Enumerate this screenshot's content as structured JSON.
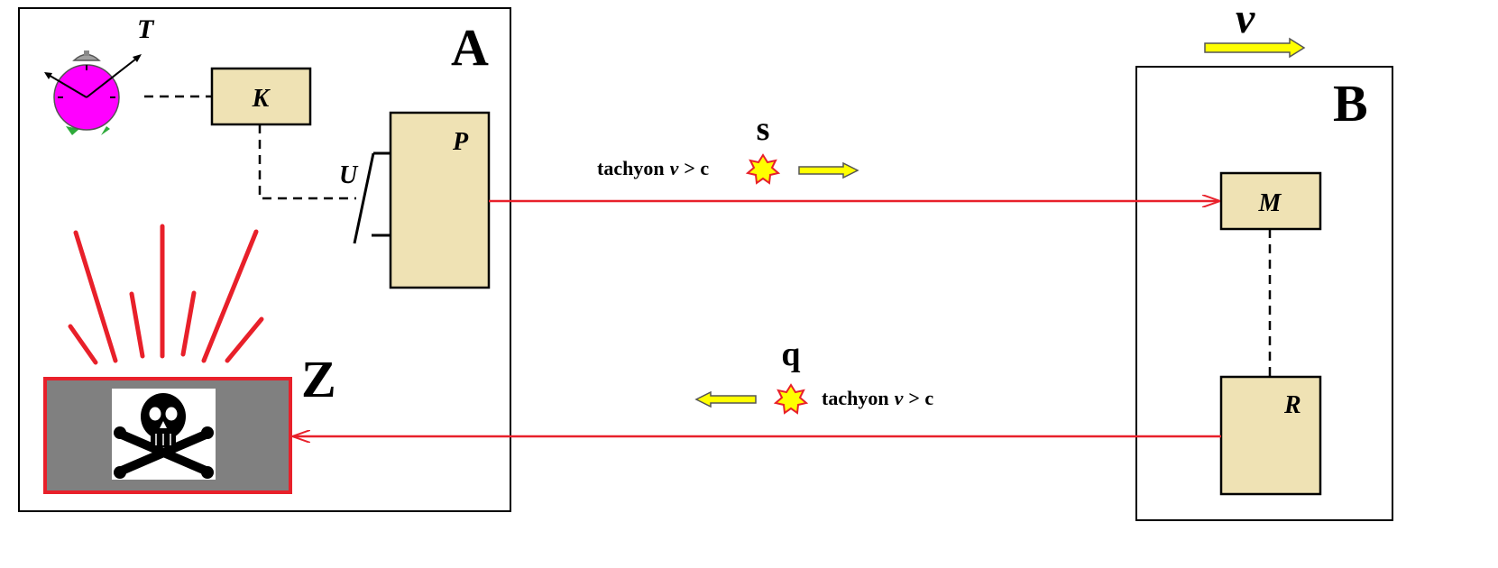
{
  "panels": {
    "a": {
      "label": "A"
    },
    "b": {
      "label": "B",
      "velocity_label": "v"
    }
  },
  "components": {
    "clock_label": "T",
    "k": "K",
    "p": "P",
    "u": "U",
    "m": "M",
    "r": "R",
    "z": "Z"
  },
  "signals": {
    "s": {
      "label": "s",
      "caption_prefix": "tachyon",
      "caption_var": "v",
      "caption_suffix": "> c"
    },
    "q": {
      "label": "q",
      "caption_prefix": "tachyon",
      "caption_var": "v",
      "caption_suffix": "> c"
    }
  },
  "colors": {
    "box_fill": "#efe2b4",
    "signal_line": "#e8202a",
    "arrow_fill": "#ffff00",
    "clock_fill": "#ff00ff",
    "hazard_fill": "#808080",
    "ink": "#000000"
  },
  "icons": {
    "clock": "alarm-clock-icon",
    "hazard": "skull-and-crossbones-icon",
    "tachyon": "star-burst-icon"
  }
}
